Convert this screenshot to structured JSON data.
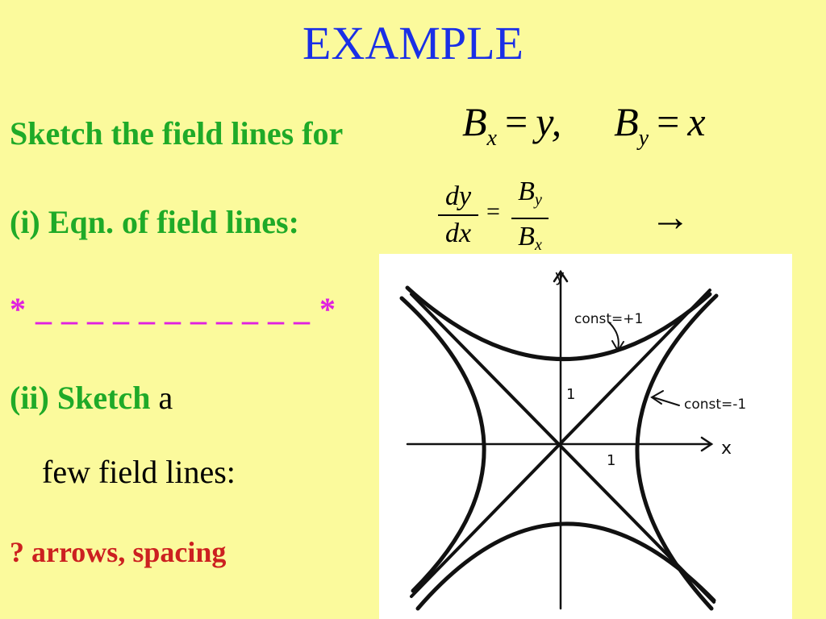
{
  "title": "EXAMPLE",
  "prompt": "Sketch the field lines for",
  "equation": {
    "bx_symbol": "B",
    "bx_sub": "x",
    "eq": "=",
    "bx_value": "y,",
    "by_symbol": "B",
    "by_sub": "y",
    "by_value": "x"
  },
  "part1": {
    "label": "(i)",
    "text": "Eqn. of field lines:",
    "frac_left_num": "dy",
    "frac_left_den": "dx",
    "equals": "=",
    "frac_right_num_symbol": "B",
    "frac_right_num_sub": "y",
    "frac_right_den_symbol": "B",
    "frac_right_den_sub": "x",
    "arrow": "→"
  },
  "blank_line": {
    "star_left": "*",
    "dashes": "_ _ _ _ _ _ _ _ _ _ _",
    "star_right": "*"
  },
  "part2": {
    "label": "(ii) Sketch",
    "text_a": "a",
    "text_b": "few field lines:"
  },
  "hint": {
    "q": "?",
    "text": "arrows, spacing"
  },
  "sketch": {
    "y_axis_label": "y",
    "x_axis_label": "x",
    "tick_y": "1",
    "tick_x": "1",
    "note_upper": "const=+1",
    "note_right": "const=-1"
  },
  "colors": {
    "background": "#fbfa9c",
    "title": "#1a2fe6",
    "green": "#1faa28",
    "magenta": "#e020e0",
    "red": "#cc2020"
  }
}
